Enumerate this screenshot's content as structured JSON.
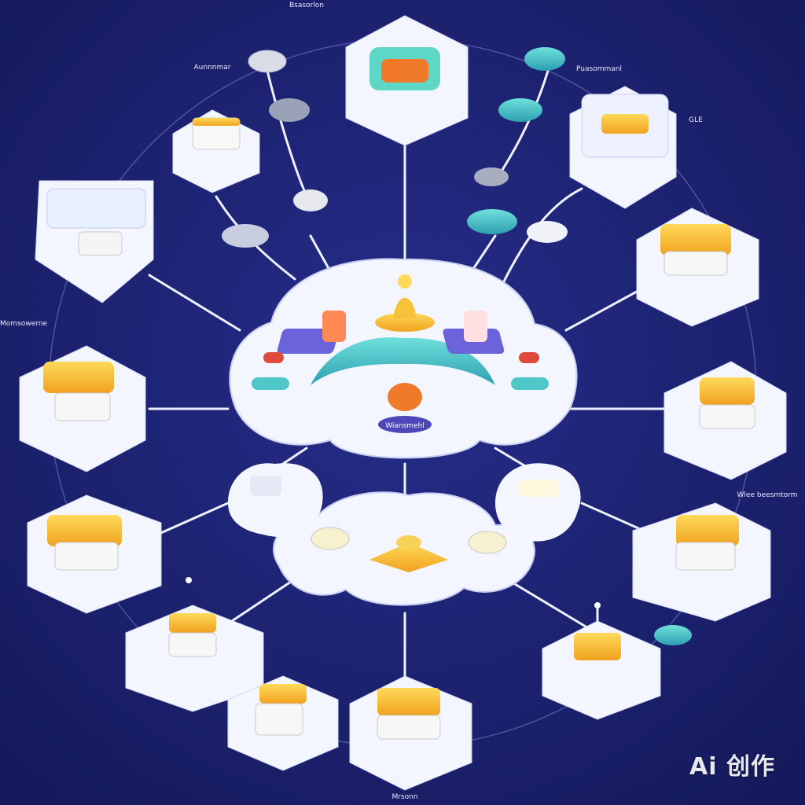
{
  "labels": {
    "top": "Bsasorlon",
    "top_left": "Aunnnmar",
    "top_right": "Puasommanl",
    "right_small": "GLE",
    "left_mid": "Momsowerne",
    "right_mid": "Wlee beesmtorm",
    "bottom": "Mrsonn"
  },
  "hub": {
    "badge_label": "Wiansmehl"
  },
  "watermark": "Ai 创作",
  "colors": {
    "background": "#1b2070",
    "node_white": "#f4f6ff",
    "accent_yellow": "#f6c23a",
    "accent_orange": "#f07a2a",
    "accent_teal": "#4fc7c8",
    "accent_purple": "#6b63d9"
  }
}
